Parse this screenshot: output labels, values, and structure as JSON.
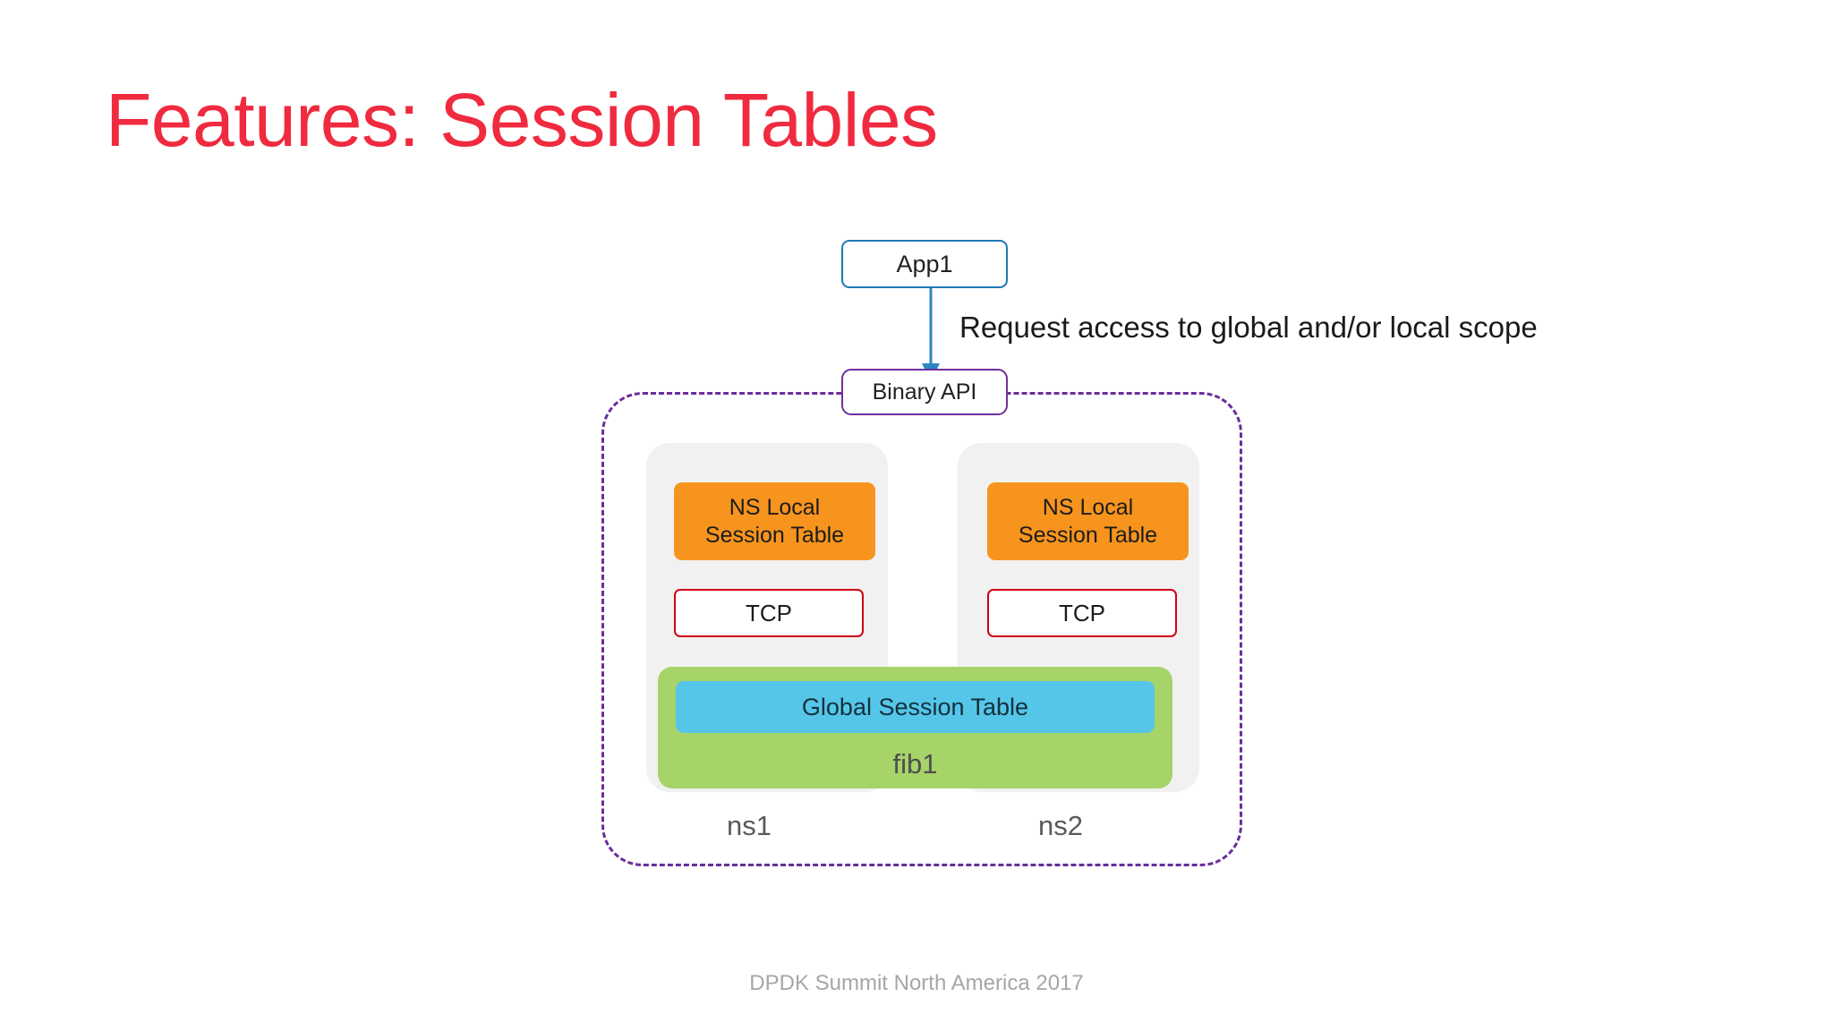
{
  "slide": {
    "title": "Features: Session Tables",
    "title_color": "#F02A3F",
    "footer": "DPDK Summit North America 2017"
  },
  "diagram": {
    "app_box": {
      "label": "App1",
      "border_color": "#1F77B4"
    },
    "arrow": {
      "icon": "down-arrow-icon",
      "color": "#2E86C1"
    },
    "annotation": "Request access to global and/or local scope",
    "binary_api_box": {
      "label": "Binary API",
      "border_color": "#7030A0"
    },
    "outer_container": {
      "name": "dashed-boundary",
      "border_color": "#6B2D9B",
      "style": "dashed"
    },
    "namespaces": [
      {
        "caption": "ns1",
        "panel_color": "#F1F1F1",
        "local_table": {
          "line1": "NS Local",
          "line2": "Session Table",
          "color": "#F7941E"
        },
        "protocol": {
          "label": "TCP",
          "border_color": "#D00013"
        }
      },
      {
        "caption": "ns2",
        "panel_color": "#F1F1F1",
        "local_table": {
          "line1": "NS Local",
          "line2": "Session Table",
          "color": "#F7941E"
        },
        "protocol": {
          "label": "TCP",
          "border_color": "#D00013"
        }
      }
    ],
    "fib": {
      "label": "fib1",
      "color": "#A6D468"
    },
    "global_table": {
      "label": "Global Session Table",
      "color": "#55C6E8"
    }
  }
}
